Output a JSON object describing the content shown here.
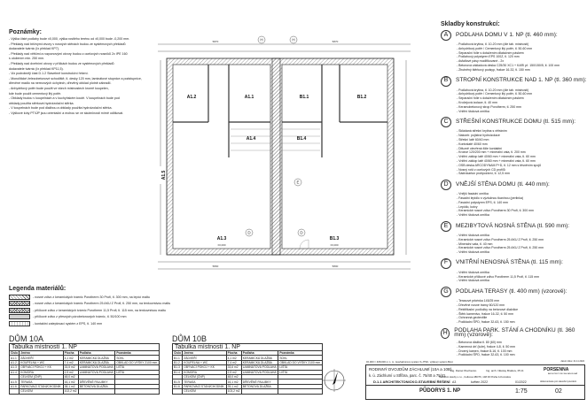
{
  "notes": {
    "title": "Poznámky:",
    "items": [
      "- Výška čisté podlahy bude ±0,000, výška rostlého terénu od ±0,000 bude -0,200 mm.",
      "- Překlady nad běžnými otvory v nosných stěnách budou ze systémových překladů",
      "  dodavatele tvárnic (Ix překlad KP7).",
      "- Překlady nad většími a rozponovými otvory budou z ocelových nosníků 2x IPE 160",
      "  s uložením min. 250 mm.",
      "- Překlady nad dveřními otvory v příčkách budou ze systémových překladů",
      "  dodavatele tvárnic (Ix překlad KP11,5).",
      "- Viz podrobněji část D.1.2 Stavebně konstrukční řešení.",
      "- Monolitické železobetonové schodiště, tl. desky 120 mm, laminátové stupnice a podstupnice,",
      "  dřevěné madlo na nerezových úchytech, dřevěný obklad plotně zábradlí.",
      "- Anhydritový potěr bude použit ve všech místnostech kromě koupelen,",
      "  kde bude použit cementový litý potěr.",
      "- Obklady budou v koupelnách a v kuchyňském koutě. V koupelnách bude pod",
      "  obklady použita stěrková hydroizolační stěrka.",
      "- V koupelnách bude pod dlažbou a obklady použita hydroizolační stěrka.",
      "- Výškové kóty PT/ÚP jsou orientační a mohou se ve skutečnosti mírně odlišovat."
    ]
  },
  "legend": {
    "title": "Legenda materiálů:",
    "items": [
      {
        "label": "- nosné zdivo z keramických tvárnic Porotherm 30 Profi, tl. 300 mm, na lepící maltu",
        "pattern": "hatch"
      },
      {
        "label": "- nosné zdivo z keramických tvárnic Porotherm 25 AKU Z Profi, tl. 250 mm, na tenkovrstvou maltu",
        "pattern": "cross"
      },
      {
        "label": "- příčkové zdivo z keramických tvárnic Porotherm 11,5 Profi, tl. 115 mm, na tenkovrstvou maltu",
        "pattern": "cross"
      },
      {
        "label": "- příčkové zdivo z přesných pórobetonových tvárnic, tl. 50/100 mm",
        "pattern": "dots"
      },
      {
        "label": "- kontaktní zateplovací systém z EPS, tl. 140 mm",
        "pattern": "insul"
      }
    ]
  },
  "houses": [
    {
      "title": "DŮM 10A",
      "table_caption": "Tabulka místností 1. NP",
      "headers": [
        "Číslo",
        "Jméno",
        "Plocha",
        "Podlaha",
        "Poznámka"
      ],
      "rows": [
        [
          "A1.1",
          "ZÁDVEŘÍ",
          "4,1 m2",
          "KERAMICKÁ DLAŽBA",
          "SOKL"
        ],
        [
          "A1.2",
          "KOUPELNA + WC",
          "7,4 m2",
          "KERAMICKÁ DLAŽBA",
          "OBKLAD DO VÝŠKY 2100 mm"
        ],
        [
          "A1.3",
          "OBÝVACÍ POKOJ + KK",
          "33,5 m2",
          "LAMINÁTOVÁ PODLAHA",
          "LIŠTA"
        ],
        [
          "A1.4",
          "KOMORA",
          "2,9 m2",
          "LAMINÁTOVÁ PODLAHA",
          "LIŠTA"
        ],
        [
          "",
          "CELKEM (ČNP)",
          "48,0 m2",
          "",
          ""
        ],
        [
          "A1.5",
          "TERASA",
          "16,1 m2",
          "DŘEVĚNÉ PALUBKY",
          ""
        ],
        [
          "A1.6",
          "PARKOVACÍ STÁNÍ/CHODNÍK",
          "38,1 m2",
          "BETONOVÁ DLAŽBA",
          ""
        ],
        [
          "",
          "CELKEM",
          "102,2 m2",
          "",
          ""
        ]
      ]
    },
    {
      "title": "DŮM 10B",
      "table_caption": "Tabulka místností 1. NP",
      "headers": [
        "Číslo",
        "Jméno",
        "Plocha",
        "Podlaha",
        "Poznámka"
      ],
      "rows": [
        [
          "B1.1",
          "ZÁDVEŘÍ",
          "4,1 m2",
          "KERAMICKÁ DLAŽBA",
          "SOKL"
        ],
        [
          "B1.2",
          "KOUPELNA + WC",
          "7,4 m2",
          "KERAMICKÁ DLAŽBA",
          "OBKLAD DO VÝŠKY 2100 mm"
        ],
        [
          "B1.3",
          "OBÝVACÍ POKOJ + KK",
          "33,6 m2",
          "LAMINÁTOVÁ PODLAHA",
          "LIŠTA"
        ],
        [
          "B1.4",
          "KOMORA",
          "2,9 m2",
          "LAMINÁTOVÁ PODLAHA",
          "LIŠTA"
        ],
        [
          "",
          "CELKEM (ČNP)",
          "48,0 m2",
          "",
          ""
        ],
        [
          "B1.5",
          "TERASA",
          "16,1 m2",
          "DŘEVĚNÉ PALUBKY",
          ""
        ],
        [
          "B1.6",
          "PARKOVACÍ STÁNÍ/CHODNÍK",
          "39,1 m2",
          "BETONOVÁ DLAŽBA",
          ""
        ],
        [
          "",
          "CELKEM",
          "103,2 m2",
          "",
          ""
        ]
      ]
    }
  ],
  "plan": {
    "rooms": [
      "A1.1",
      "A1.2",
      "A1.3",
      "A1.4",
      "A1.5",
      "B1.1",
      "B1.2",
      "B1.3",
      "B1.4"
    ],
    "axis_marks": [
      "H",
      "H",
      "E",
      "D",
      "D"
    ],
    "dims": [
      "5870",
      "5870",
      "5800",
      "5800"
    ],
    "levels": [
      "±0,000",
      "±0,000"
    ],
    "section": "B"
  },
  "compositions": {
    "title": "Skladby konstrukcí:",
    "items": [
      {
        "letter": "A",
        "title": "PODLAHA DOMU V 1. NP (tl. 460 mm):",
        "lines": [
          "- Podlahová krytina, tl. 10-20 mm (dle tab. místností)",
          "- Anhydritový potěr / Cementový litý potěr, tl. 50-60 mm",
          "- Separační fólie s dotažením dilatačním páskem",
          "- Podlahový polystyren EPS 100Z, tl. 120 mm",
          "- Asfaltové pásy modifikované - 2x",
          "- Betonová základová deska C25/30 XC1 + KARI př. 150/150/5, tl. 100 mm",
          "- Zhutněný štěrkový podsyp, frakce 16-32, tl. 150 mm"
        ]
      },
      {
        "letter": "B",
        "title": "STROPNÍ KONSTRUKCE NAD 1. NP (tl. 360 mm):",
        "lines": [
          "- Podlahová krytina, tl. 10-20 mm (dle tab. místností)",
          "- Anhydritový potěr / Cementový litý potěr, tl. 50-60 mm",
          "- Separační fólie s dotažením dilatačním páskem",
          "- Kročejová izolace, tl. 40 mm",
          "- Keramobetonový strop Porotherm, tl. 250 mm",
          "- Vnitřní štuková omítka"
        ]
      },
      {
        "letter": "C",
        "title": "STŘEŠNÍ KONSTRUKCE DOMU (tl. 515 mm):",
        "lines": [
          "- Skládaná střešní krytina s větráním",
          "- Nakontr. pojistná hydroizolace",
          "- Střešní latě 60/40 mm",
          "- Kontralatě 40/60 mm",
          "- Difuzně otevřená fólie kontaktní",
          "- Krokve 120/200 mm + minerální vata, tl. 200 mm",
          "- Vnitřní záklop latě 40/60 mm + minerální vata, tl. 60 mm",
          "- Vnitřní záklop latě 40/60 mm + minerální vata, tl. 60 mm",
          "- OSB deska ARCODYNAM P+D, tl. 12 mm s těsněním spojů",
          "- Nosný rošt z ocelových CD profilů",
          "- Sádrokarton protipožární, tl. 12,5 mm"
        ]
      },
      {
        "letter": "D",
        "title": "VNĚJŠÍ STĚNA DOMU (tl. 440 mm):",
        "lines": [
          "- Vnější fasádní omítka",
          "- Fasádní lepidlo s výztužnou tkaninou (perlinka)",
          "- Fasádní polystyren EPS, tl. 140 mm",
          "- Lepidlo, kotvy",
          "- Keramické nosné zdivo Porotherm 30 Profi, tl. 300 mm",
          "- Vnitřní štuková omítka"
        ]
      },
      {
        "letter": "E",
        "title": "MEZIBYTOVÁ NOSNÁ STĚNA (tl. 590 mm):",
        "lines": [
          "- Vnitřní štuková omítka",
          "- Keramické nosné zdivo Porotherm 25 AKU Z Profi, tl. 250 mm",
          "- Minerální vata, tl. 40 mm",
          "- Keramické nosné zdivo Porotherm 25 AKU Z Profi, tl. 250 mm",
          "- Vnitřní štuková omítka"
        ]
      },
      {
        "letter": "F",
        "title": "VNITŘNÍ NENOSNÁ STĚNA (tl. 115 mm):",
        "lines": [
          "- Vnitřní štuková omítka",
          "- Keramické příčkové zdivo Porotherm 11,5 Profi, tl. 115 mm",
          "- Vnitřní štuková omítka"
        ]
      },
      {
        "letter": "G",
        "title": "PODLAHA TERASY (tl. 400 mm) (vzorově):",
        "lines": [
          "- Terasové prkénka 145/25 mm",
          "- Dřevěné nosné trámy 60/120 mm",
          "- Rektifikační podložky na betonové dlaždice",
          "- Štěrk kamenivo, frakce 16-32, tl. 50 mm",
          "- Ochranná geotextilie",
          "- Podkladní ŠPD, frakce 32-63, tl. 150 mm"
        ]
      },
      {
        "letter": "H",
        "title": "PODLAHA PARK. STÁNÍ A CHODNÍKU (tl. 360 mm) (vzorově):",
        "lines": [
          "- Betonová dlažba tl. 80 (60) mm",
          "- Kamenná drť (lože), frakce 4-8, tl. 50 mm",
          "- Drcený kámen, frakce 8-16, tl. 100 mm",
          "- Podkladní ŠPD, frakce 32-63, tl. 100 mm"
        ]
      }
    ]
  },
  "title_block": {
    "height_note": "±0,000 = 408,000 m n. m. (souřadnicový systém S-JTSK, výškový systém Bpv)",
    "date_note": "datum tisku: 21.11.2022",
    "project": "RODINNÝ DVOJDŮM ZÁCHLUMÍ (10A a 10B)",
    "site": "k. ú. Záchlumí u Stříbra, parc. č. 75/40 a 75/41",
    "part": "D.1.1 ARCHITEKTONICKO-STAVEBNÍ ŘEŠENÍ",
    "responsible": "Ing. Daniel Wochenko",
    "designer": "Ing. arch. Nikolay Bratkov, Ph.D.",
    "investor": "Stavební stavby s.r.o., Celkova 480/76, 148 00 Praha 4-Kunratice",
    "format": "A3",
    "date": "květen 2022",
    "issue_date": "01/2022",
    "drawing": "PŮDORYS 1. NP",
    "scale": "1:75",
    "number": "02",
    "stage": "dokumentace pro stavební povolení",
    "company": "PORSENNA",
    "company_sub": "ARCHITEKTONICKÁ KANCELÁŘ"
  }
}
